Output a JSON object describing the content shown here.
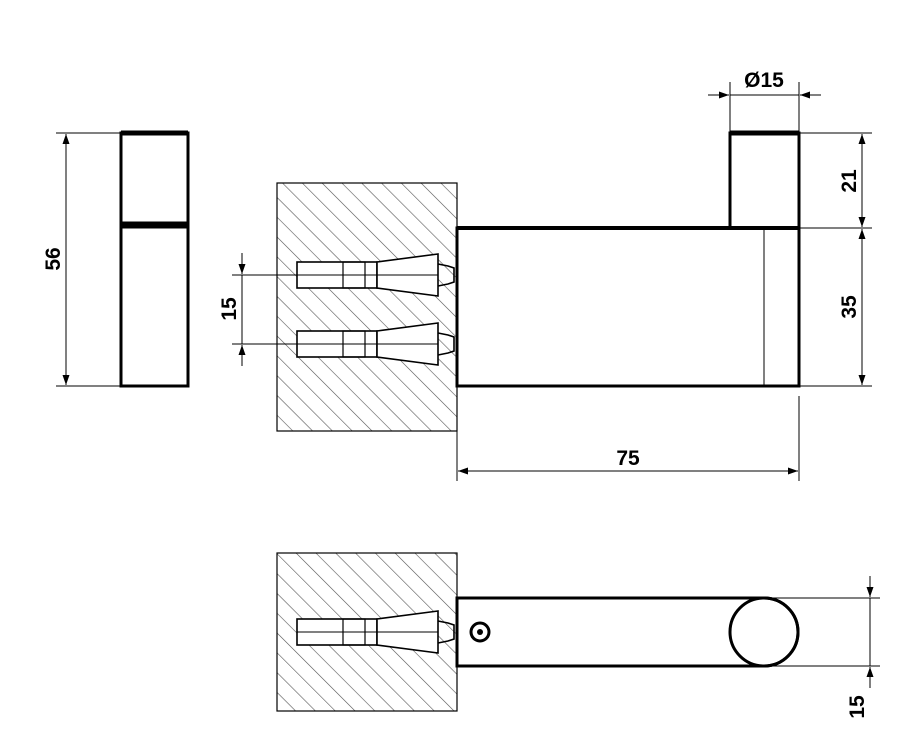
{
  "colors": {
    "line": "#000000",
    "background": "#ffffff",
    "hatch": "#555555"
  },
  "dimensions": {
    "side_height": "56",
    "tip_diameter": "Ø15",
    "tip_height": "21",
    "body_height": "35",
    "anchor_spacing": "15",
    "projection_length": "75",
    "plan_width": "15"
  }
}
